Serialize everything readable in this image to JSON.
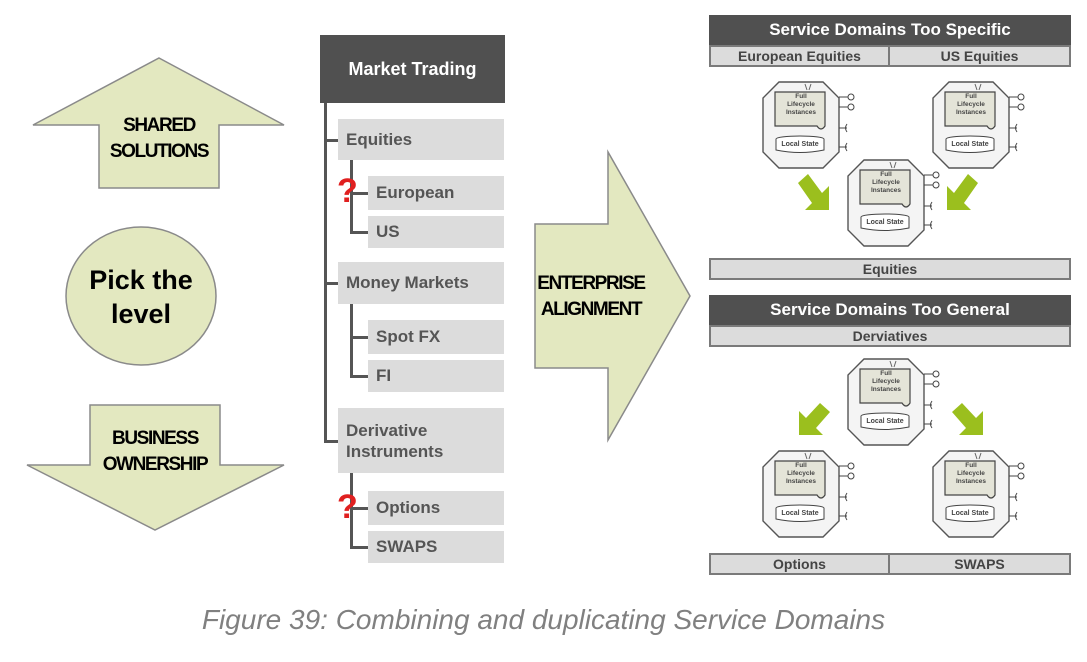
{
  "left_arrows": {
    "up_label": "SHARED SOLUTIONS",
    "circle_label": "Pick the level",
    "down_label": "BUSINESS OWNERSHIP"
  },
  "tree": {
    "root": "Market Trading",
    "nodes": {
      "equities": "Equities",
      "european": "European",
      "us": "US",
      "money_markets": "Money Markets",
      "spot_fx": "Spot FX",
      "fi": "FI",
      "derivatives": "Derivative Instruments",
      "options": "Options",
      "swaps": "SWAPS"
    },
    "question_mark": "?"
  },
  "center_arrow": {
    "label": "ENTERPRISE ALIGNMENT"
  },
  "panel_specific": {
    "title": "Service Domains Too Specific",
    "col_left": "European Equities",
    "col_right": "US Equities",
    "footer": "Equities"
  },
  "panel_general": {
    "title": "Service Domains Too General",
    "sub": "Derviatives",
    "footer_left": "Options",
    "footer_right": "SWAPS"
  },
  "component": {
    "line1": "Full",
    "line2": "Lifecycle",
    "line3": "Instances",
    "state": "Local State"
  },
  "caption": "Figure 39: Combining and duplicating Service Domains",
  "colors": {
    "arrow_fill": "#e3e8c0",
    "dark_header": "#505050",
    "light_box": "#dcdcdc",
    "green_arrow": "#9bbf1e",
    "question_red": "#e02020"
  }
}
